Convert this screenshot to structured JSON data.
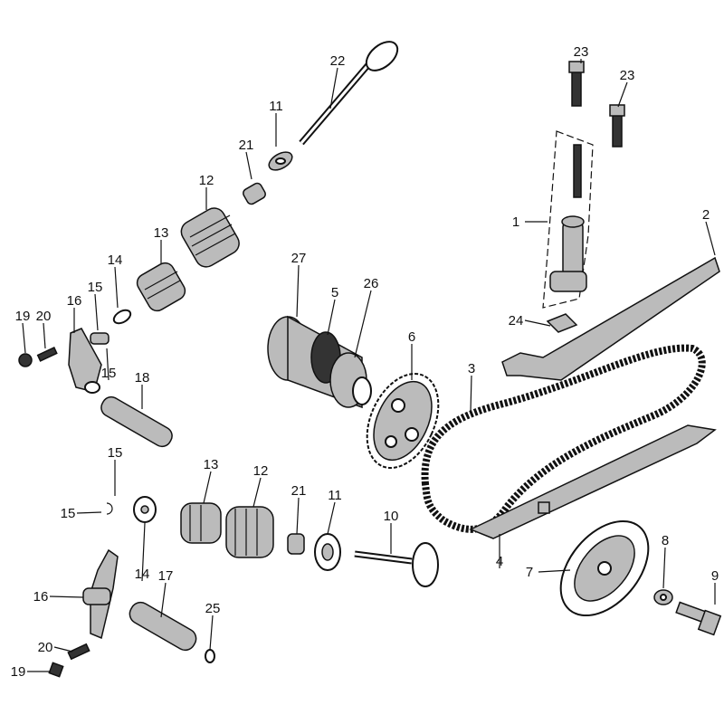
{
  "diagram": {
    "type": "exploded parts diagram",
    "callouts": [
      "23",
      "23",
      "22",
      "11",
      "21",
      "12",
      "13",
      "1",
      "2",
      "27",
      "5",
      "26",
      "14",
      "15",
      "16",
      "19",
      "20",
      "15",
      "18",
      "24",
      "6",
      "3",
      "15",
      "15",
      "13",
      "12",
      "21",
      "11",
      "10",
      "14",
      "4",
      "7",
      "8",
      "9",
      "16",
      "17",
      "25",
      "20",
      "19"
    ]
  }
}
